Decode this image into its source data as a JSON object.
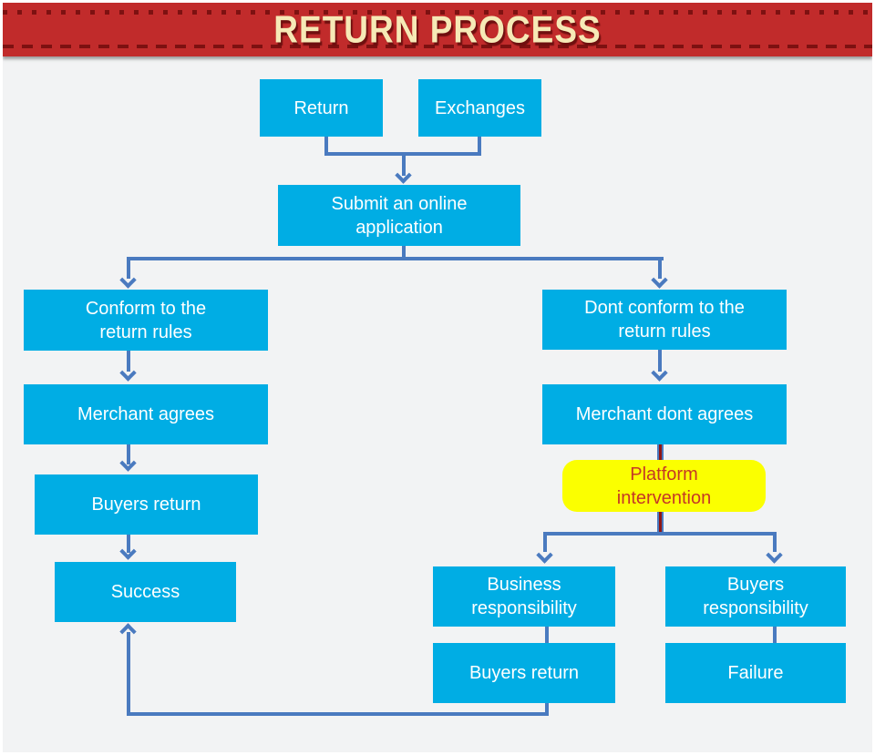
{
  "banner": {
    "title": "RETURN PROCESS"
  },
  "nodes": {
    "return": {
      "label": "Return"
    },
    "exchanges": {
      "label": "Exchanges"
    },
    "submit": {
      "label": "Submit an online application"
    },
    "conform": {
      "label": "Conform to the return rules"
    },
    "dont_conform": {
      "label": "Dont conform to the return rules"
    },
    "merchant_agrees": {
      "label": "Merchant agrees"
    },
    "merchant_dont_agrees": {
      "label": "Merchant dont agrees"
    },
    "buyers_return_left": {
      "label": "Buyers return"
    },
    "platform_intervention": {
      "label": "Platform intervention"
    },
    "success": {
      "label": "Success"
    },
    "business_responsibility": {
      "label": "Business responsibility"
    },
    "buyers_responsibility": {
      "label": "Buyers responsibility"
    },
    "buyers_return_right": {
      "label": "Buyers return"
    },
    "failure": {
      "label": "Failure"
    }
  },
  "colors": {
    "banner_red": "#c12b2b",
    "banner_stitch": "#7d1111",
    "title_cream": "#f6e9b6",
    "node_cyan": "#00ade4",
    "node_text": "#ffffff",
    "highlight_yellow": "#fbff00",
    "highlight_text_red": "#c53726",
    "arrow_blue": "#4a7abf",
    "dispute_line_red": "#8e1515",
    "background": "#f2f3f4"
  }
}
